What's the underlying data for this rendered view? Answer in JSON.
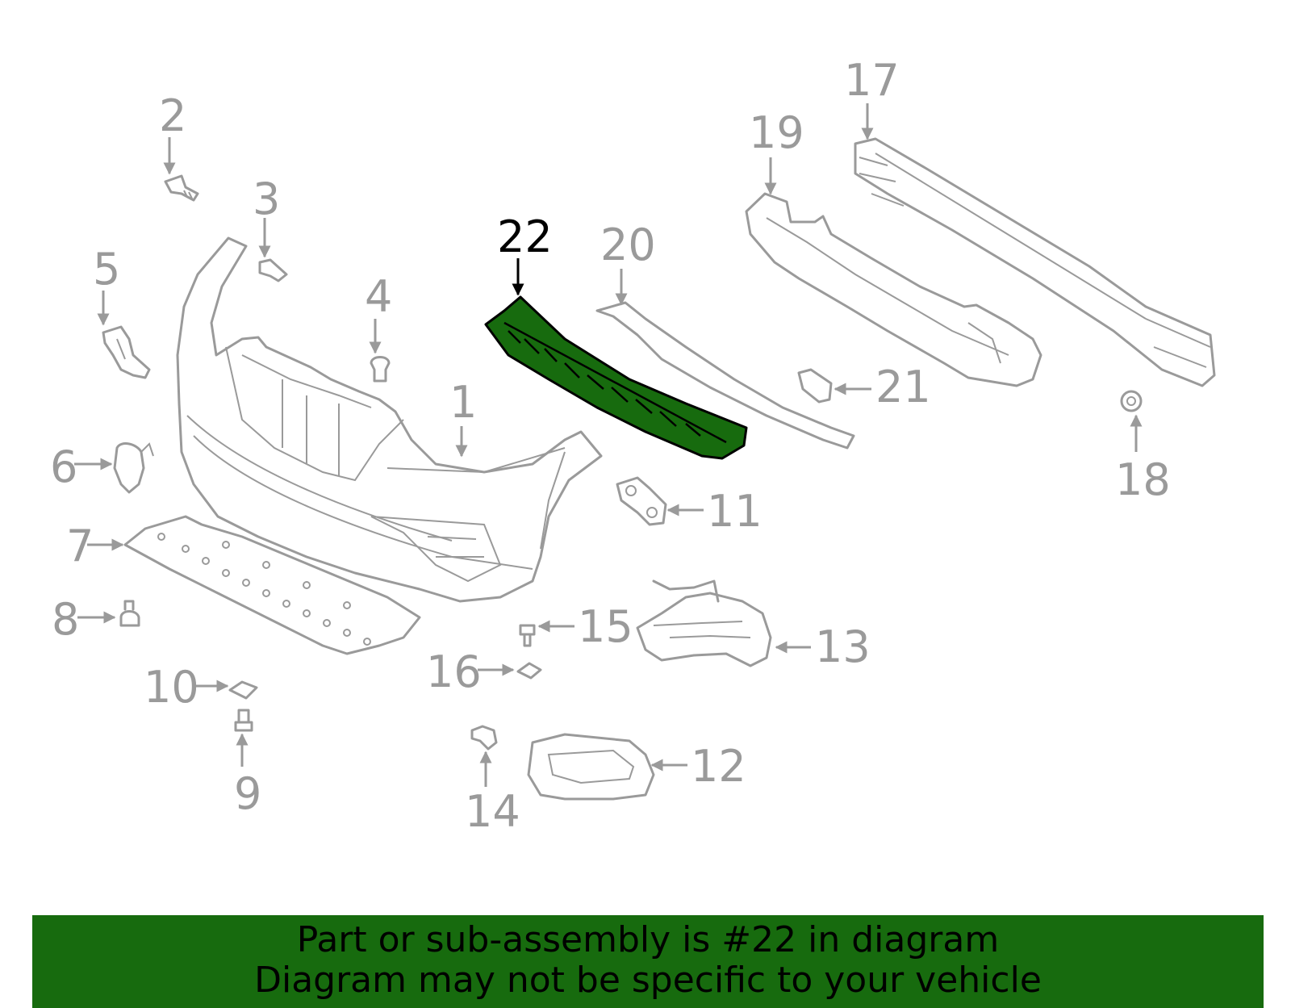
{
  "highlighted_callout": "22",
  "callouts": [
    "1",
    "2",
    "3",
    "4",
    "5",
    "6",
    "7",
    "8",
    "9",
    "10",
    "11",
    "12",
    "13",
    "14",
    "15",
    "16",
    "17",
    "18",
    "19",
    "20",
    "21",
    "22"
  ],
  "banner": {
    "line1": "Part or sub-assembly is #22 in diagram",
    "line2": "Diagram may not be specific to your vehicle"
  },
  "colors": {
    "highlight": "#176b0e",
    "line": "#9a9a9a",
    "banner": "#176b0e"
  }
}
